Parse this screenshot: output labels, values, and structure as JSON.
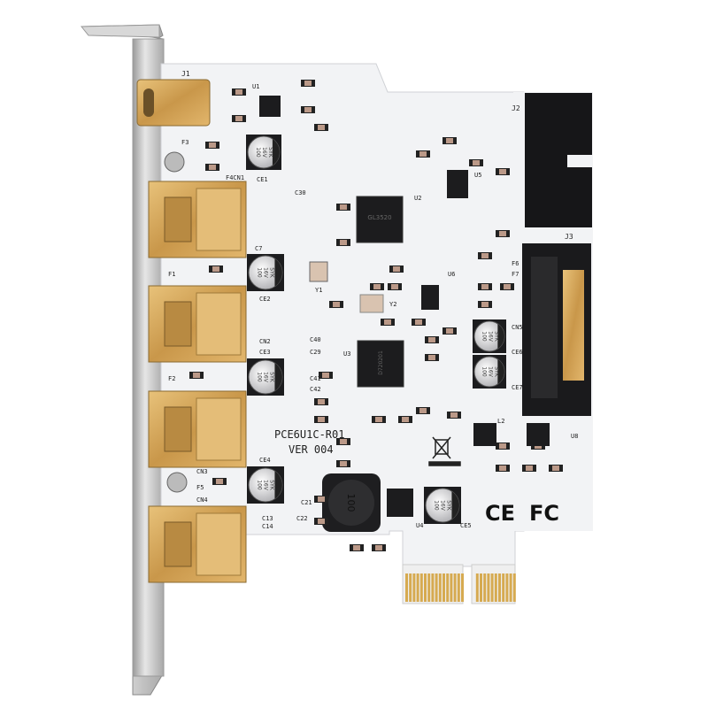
{
  "board": {
    "model": "PCE6U1C-R01",
    "version": "VER 004",
    "chip_u2_marking": "GL3520",
    "chip_u3_marking": "D720201",
    "inductor_marking": "100",
    "capacitor_marking": [
      "100",
      "16V",
      "SYK"
    ],
    "labels": {
      "j1": "J1",
      "j2": "J2",
      "j3": "J3",
      "u1": "U1",
      "u2": "U2",
      "u3": "U3",
      "u4": "U4",
      "u5": "U5",
      "u6": "U6",
      "u8": "U8",
      "y1": "Y1",
      "y2": "Y2",
      "ce1": "CE1",
      "ce2": "CE2",
      "ce3": "CE3",
      "ce4": "CE4",
      "ce5": "CE5",
      "ce6": "CE6",
      "ce7": "CE7",
      "cn1": "F4CN1",
      "cn2": "CN2",
      "cn3": "CN3",
      "cn4": "CN4",
      "cn5": "CN5",
      "f1": "F1",
      "f2": "F2",
      "f3": "F3",
      "f5": "F5",
      "f6": "F6",
      "f7": "F7",
      "c30": "C30",
      "c40": "C40",
      "c29": "C29",
      "c41": "C41",
      "c42": "C42",
      "c7": "C7",
      "c21": "C21",
      "c22": "C22",
      "c13": "C13",
      "c14": "C14",
      "l2": "L2"
    },
    "marks": {
      "ce": "CE",
      "fcc": "FC",
      "weee": "weee-bin-icon"
    }
  },
  "colors": {
    "pcb": "#f2f3f5",
    "gold": "#d4a85a",
    "bracket": "#c8c8c8",
    "chip": "#1c1c1e"
  }
}
